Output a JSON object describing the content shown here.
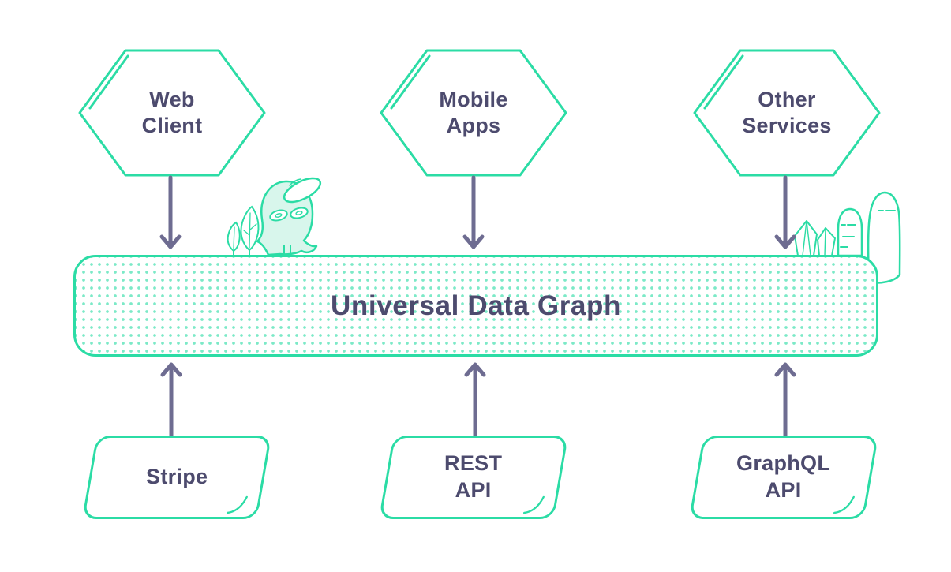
{
  "diagram": {
    "title": "Universal Data Graph",
    "top_nodes": [
      {
        "line1": "Web",
        "line2": "Client"
      },
      {
        "line1": "Mobile",
        "line2": "Apps"
      },
      {
        "line1": "Other",
        "line2": "Services"
      }
    ],
    "bottom_nodes": [
      {
        "line1": "Stripe",
        "line2": ""
      },
      {
        "line1": "REST",
        "line2": "API"
      },
      {
        "line1": "GraphQL",
        "line2": "API"
      }
    ],
    "colors": {
      "accent_teal": "#2bdca5",
      "mint_fill": "#d8f6ec",
      "dot_pattern": "#55e2b5",
      "text": "#4d4b6e",
      "arrow": "#6e6c91",
      "background": "#ffffff"
    },
    "decorations": {
      "left": "sprout-creature-with-leaves",
      "right": "crystals-and-stones"
    }
  }
}
